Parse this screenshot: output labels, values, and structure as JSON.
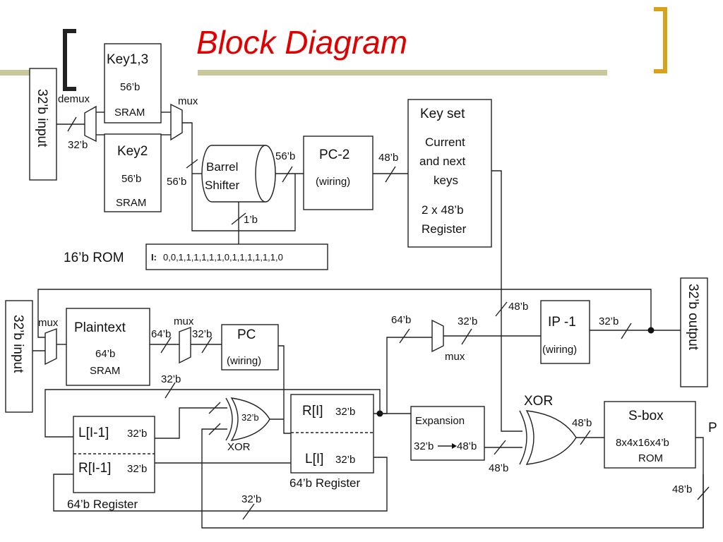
{
  "title": "Block Diagram",
  "colors": {
    "title": "#e00000",
    "accent_bar": "#c8c89a",
    "bracket": "#d9a21b"
  },
  "labels": {
    "input_top": "32’b input",
    "input_bottom": "32’b input",
    "output": "32’b output",
    "demux": "demux",
    "mux_a": "mux",
    "mux_b": "mux",
    "mux_c": "mux",
    "mux_d": "mux",
    "key13_l1": "Key1,3",
    "key13_l2": "56’b",
    "key13_l3": "SRAM",
    "key2_l1": "Key2",
    "key2_l2": "56’b",
    "key2_l3": "SRAM",
    "barrel_l1": "Barrel",
    "barrel_l2": "Shifter",
    "pc2_l1": "PC-2",
    "pc2_l2": "(wiring)",
    "keyset_l1": "Key set",
    "keyset_l2": "Current",
    "keyset_l3": "and next",
    "keyset_l4": "keys",
    "keyset_l5": "2 x 48’b",
    "keyset_l6": "Register",
    "rom_name": "16’b ROM",
    "rom_i": "I:",
    "rom_bits": "0,0,1,1,1,1,1,1,0,1,1,1,1,1,1,0",
    "plaintext_l1": "Plaintext",
    "plaintext_l2": "64’b",
    "plaintext_l3": "SRAM",
    "pc_l1": "PC",
    "pc_l2": "(wiring)",
    "ip_l1": "IP -1",
    "ip_l2": "(wiring)",
    "ri": "R[I]",
    "ri_bits": "32’b",
    "li": "L[I]",
    "li_bits": "32’b",
    "reg_right": "64’b Register",
    "li1": "L[I-1]",
    "li1_bits": "32’b",
    "ri1": "R[I-1]",
    "ri1_bits": "32’b",
    "reg_left": "64’b Register",
    "exp_l1": "Expansion",
    "exp_l2": "32’b",
    "exp_l3": "48’b",
    "sbox_l1": "S-box",
    "sbox_l2": "8x4x16x4’b",
    "sbox_l3": "ROM",
    "xor_big": "XOR",
    "xor_small": "XOR",
    "p": "P",
    "b32_in": "32’b",
    "b56_barrel_in": "56’b",
    "b56_barrel_out": "56’b",
    "b1": "1’b",
    "b48_pc2": "48’b",
    "b64_pt": "64’b",
    "b32_pt": "32’b",
    "b32_loop": "32’b",
    "b32_xor": "32’b",
    "b64_mux": "64’b",
    "b32_mux": "32’b",
    "b48_key": "48’b",
    "b32_ip": "32’b",
    "b48_sbox": "48’b",
    "b48_exp": "48’b",
    "b48_sbox_out": "48’b",
    "b32_bottom": "32’b"
  }
}
